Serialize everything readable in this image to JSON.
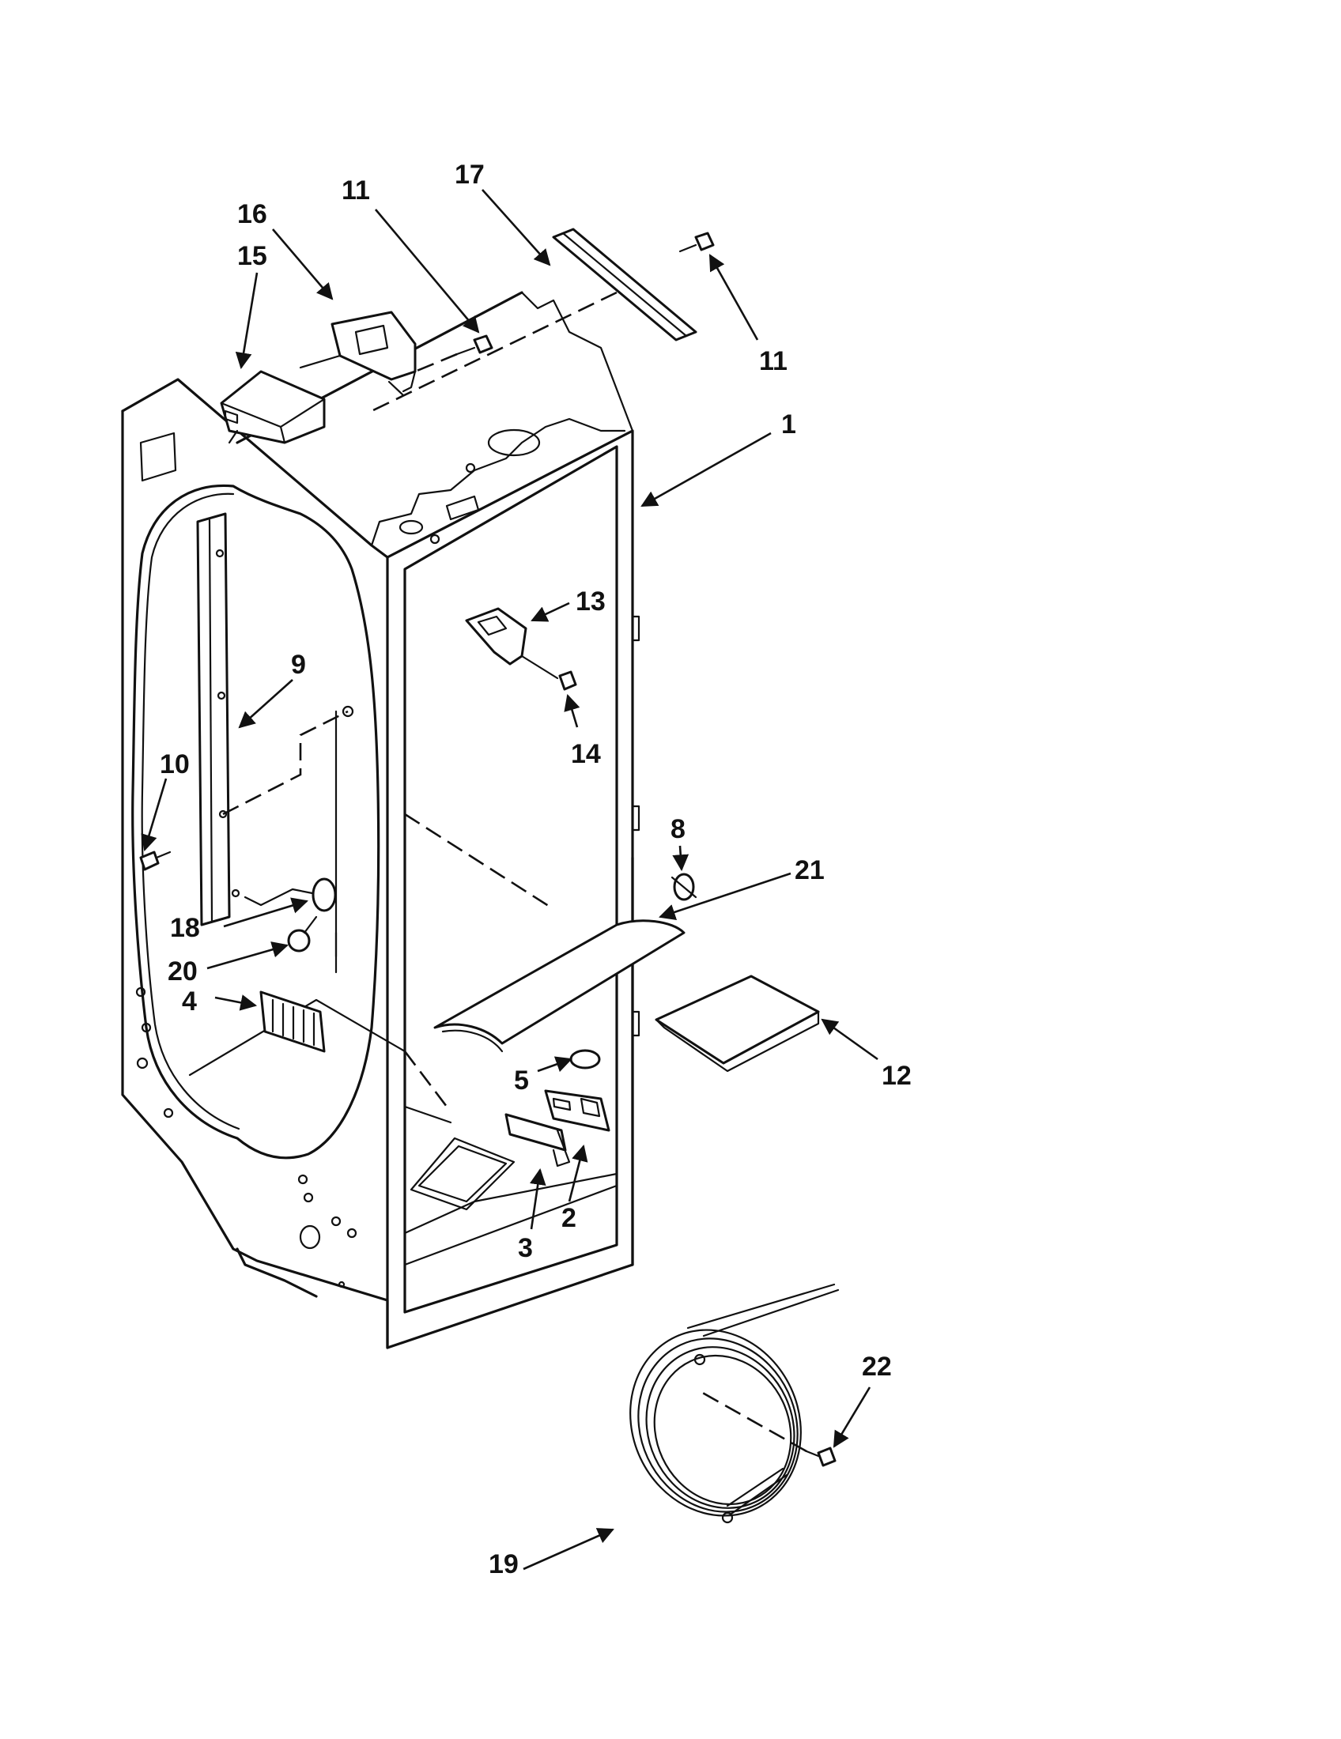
{
  "diagram": {
    "callouts": [
      {
        "id": "c1",
        "label": "1"
      },
      {
        "id": "c2",
        "label": "2"
      },
      {
        "id": "c3",
        "label": "3"
      },
      {
        "id": "c4",
        "label": "4"
      },
      {
        "id": "c5",
        "label": "5"
      },
      {
        "id": "c8",
        "label": "8"
      },
      {
        "id": "c9",
        "label": "9"
      },
      {
        "id": "c10",
        "label": "10"
      },
      {
        "id": "c11a",
        "label": "11"
      },
      {
        "id": "c11b",
        "label": "11"
      },
      {
        "id": "c12",
        "label": "12"
      },
      {
        "id": "c13",
        "label": "13"
      },
      {
        "id": "c14",
        "label": "14"
      },
      {
        "id": "c15",
        "label": "15"
      },
      {
        "id": "c16",
        "label": "16"
      },
      {
        "id": "c17",
        "label": "17"
      },
      {
        "id": "c18",
        "label": "18"
      },
      {
        "id": "c19",
        "label": "19"
      },
      {
        "id": "c20",
        "label": "20"
      },
      {
        "id": "c21",
        "label": "21"
      },
      {
        "id": "c22",
        "label": "22"
      }
    ]
  }
}
